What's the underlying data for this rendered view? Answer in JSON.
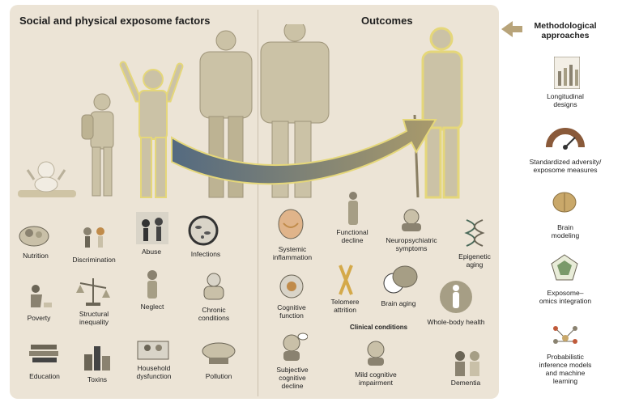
{
  "left_title": "Social and physical exposome factors",
  "right_title": "Outcomes",
  "methods": {
    "title": "Methodological\napproaches",
    "items": [
      {
        "label": "Longitudinal\ndesigns",
        "icon": "longitudinal-icon"
      },
      {
        "label": "Standardized adversity/\nexposome measures",
        "icon": "gauge-icon"
      },
      {
        "label": "Brain\nmodeling",
        "icon": "brain-icon"
      },
      {
        "label": "Exposome–\nomics integration",
        "icon": "radar-icon"
      },
      {
        "label": "Probabilistic\ninference models\nand machine\nlearning",
        "icon": "network-icon"
      }
    ]
  },
  "exposures": {
    "nutrition": "Nutrition",
    "discrimination": "Discrimination",
    "abuse": "Abuse",
    "infections": "Infections",
    "poverty": "Poverty",
    "structural_inequality": "Structural\ninequality",
    "neglect": "Neglect",
    "chronic_conditions": "Chronic\nconditions",
    "education": "Education",
    "toxins": "Toxins",
    "household_dysfunction": "Household\ndysfunction",
    "pollution": "Pollution"
  },
  "outcomes": {
    "systemic_inflammation": "Systemic\ninflammation",
    "functional_decline": "Functional\ndecline",
    "neuropsychiatric_symptoms": "Neuropsychiatric\nsymptoms",
    "epigenetic_aging": "Epigenetic\naging",
    "cognitive_function": "Cognitive\nfunction",
    "telomere_attrition": "Telomere\nattrition",
    "brain_aging": "Brain aging",
    "whole_body_health": "Whole-body health",
    "clinical_conditions": "Clinical conditions",
    "subjective_cognitive_decline": "Subjective\ncognitive\ndecline",
    "mild_cognitive_impairment": "Mild cognitive\nimpairment",
    "dementia": "Dementia"
  },
  "colors": {
    "panel": "#ece4d6",
    "figure": "#cbc2a6",
    "outline": "#e5d77a",
    "arrow_start": "#546a80",
    "arrow_end": "#a99a6b",
    "method_arrow": "#b8a47a"
  }
}
